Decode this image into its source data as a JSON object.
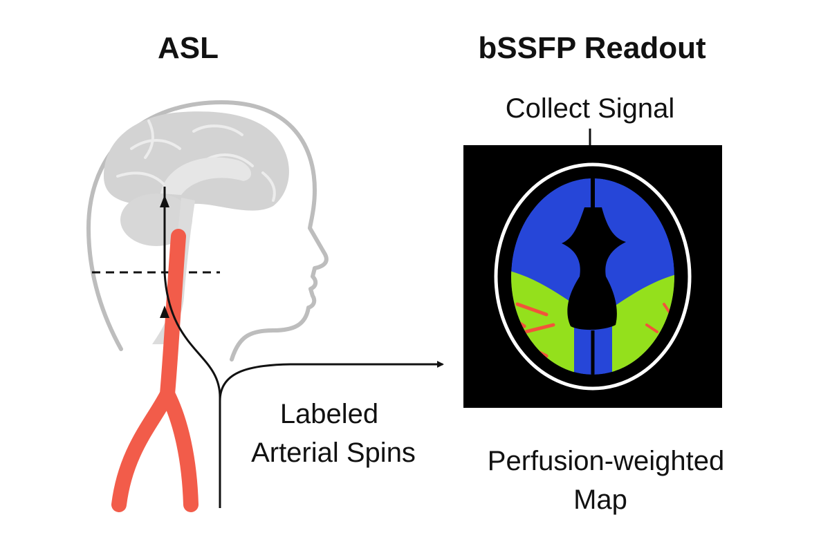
{
  "titles": {
    "left": "ASL",
    "right": "bSSFP Readout"
  },
  "labels": {
    "collect_signal": "Collect Signal",
    "labeled_line1": "Labeled",
    "labeled_line2": "Arterial Spins",
    "map_line1": "Perfusion-weighted",
    "map_line2": "Map"
  },
  "colors": {
    "artery": "#f25c4a",
    "head_outline": "#bdbdbd",
    "brain": "#d0d0d0",
    "perfusion_high": "#94e01c",
    "perfusion_mid": "#2646d8",
    "perfusion_peak": "#f2543a",
    "scan_background": "#000000"
  }
}
